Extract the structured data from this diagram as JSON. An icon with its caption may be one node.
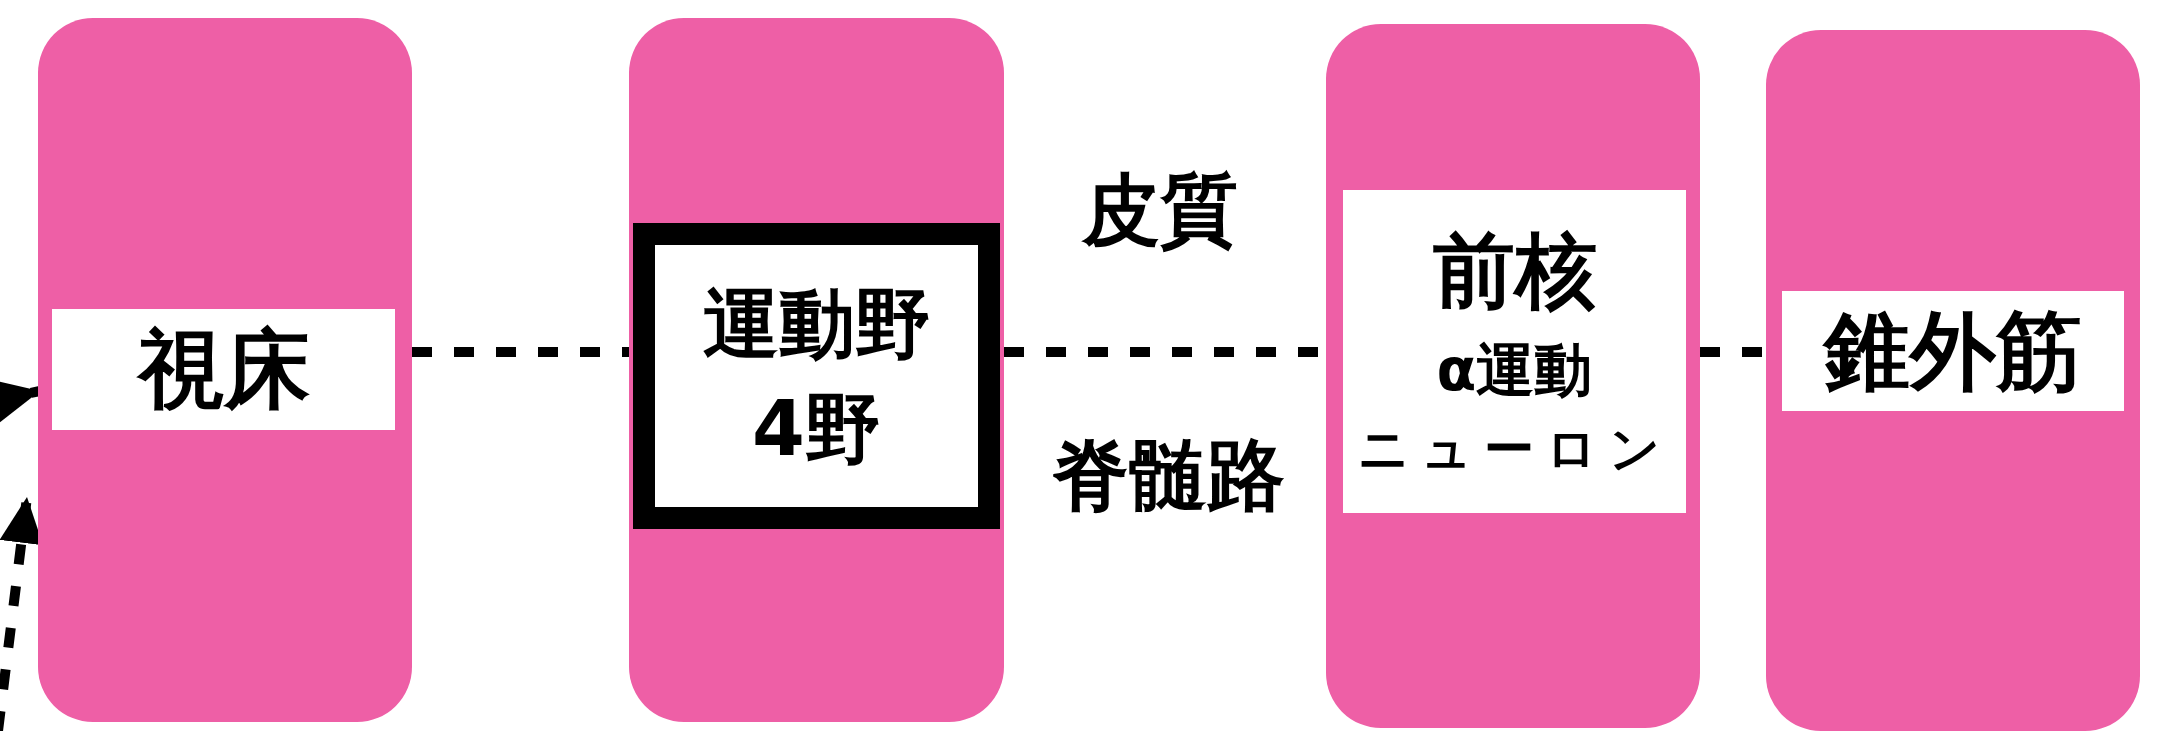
{
  "diagram": {
    "nodes": [
      {
        "text": [],
        "shape": "box"
      },
      {
        "text": [
          "視床"
        ],
        "in": 0
      },
      {
        "text": [],
        "shape": "box"
      },
      {
        "text": [
          "運動野",
          "4野"
        ],
        "in": 2
      },
      {
        "text": [],
        "shape": "box"
      },
      {
        "text": [
          "前核",
          "α運動",
          "ニューロン"
        ],
        "in": 4
      },
      {
        "text": [],
        "shape": "box"
      },
      {
        "text": [
          "錐外筋"
        ],
        "in": 6
      }
    ],
    "edges": [
      {
        "from": 0,
        "to": 2,
        "arrow": "none",
        "style": "dashed"
      },
      {
        "from": 2,
        "to": 4,
        "arrow": "none",
        "style": "dashed"
      },
      {
        "from": 4,
        "to": 6,
        "arrow": "none",
        "style": "dashed"
      },
      {
        "from": null,
        "to": 0,
        "arrow": "to",
        "style": "dashed"
      },
      {
        "from": null,
        "to": 0,
        "arrow": "to",
        "style": "dashed"
      }
    ],
    "labels": [
      "皮質",
      "脊髄路"
    ]
  }
}
